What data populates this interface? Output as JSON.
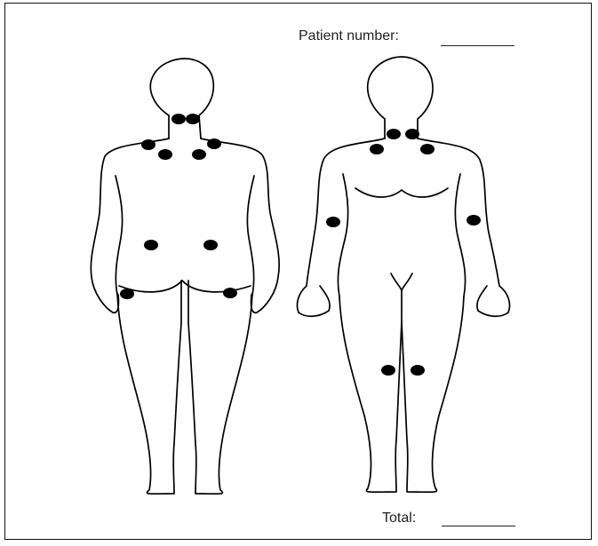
{
  "form": {
    "patient_number_label": "Patient number:",
    "total_label": "Total:"
  },
  "icons": [
    "human-body-back-view",
    "human-body-front-view"
  ],
  "tender_points": {
    "back_view_count": 10,
    "front_view_count": 8
  },
  "colors": {
    "line": "#000000",
    "background": "#ffffff"
  }
}
